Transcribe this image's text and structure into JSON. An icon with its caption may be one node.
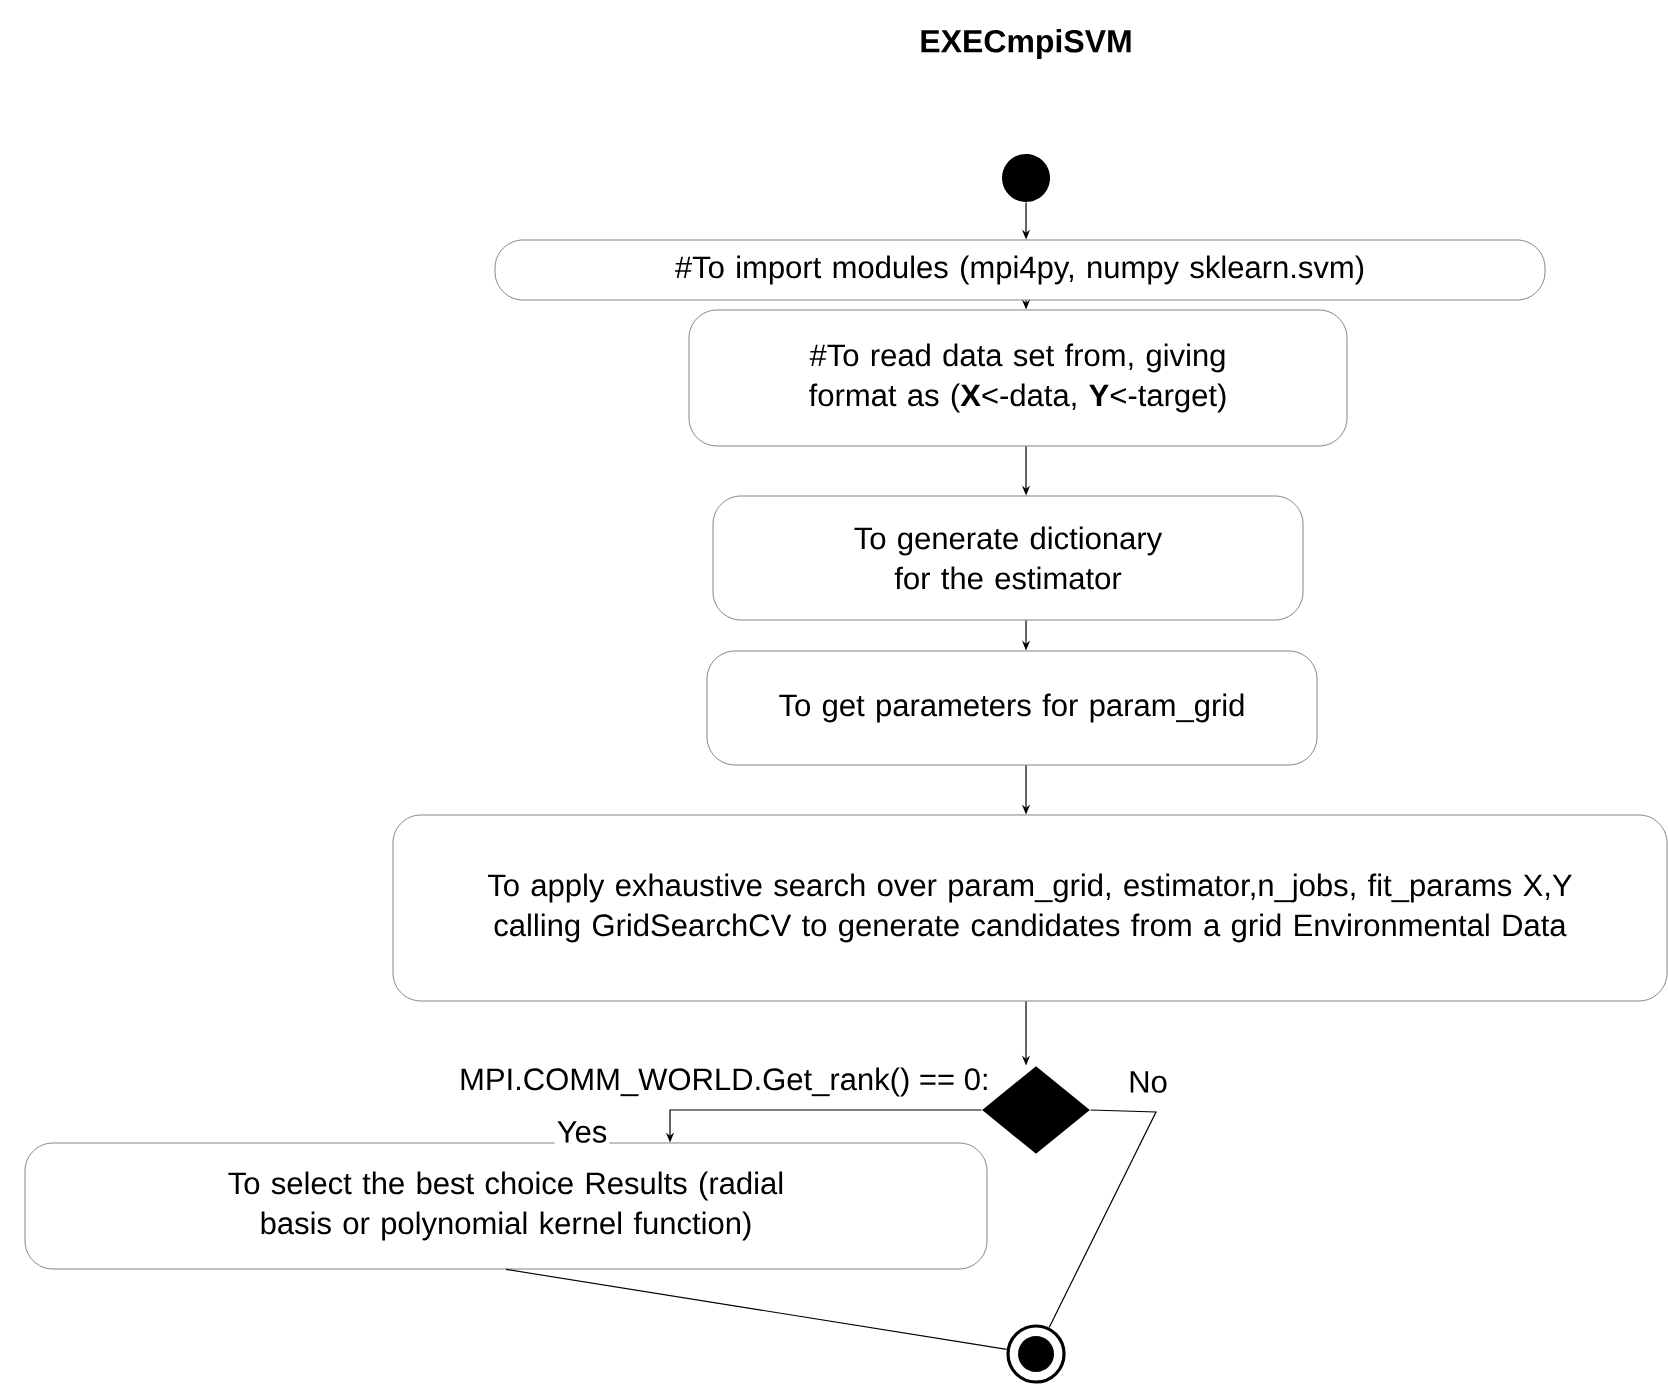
{
  "diagram": {
    "title": "EXECmpiSVM",
    "nodes": [
      {
        "text": [],
        "shape": "circle"
      },
      {
        "text": [
          "#To import modules (mpi4py, numpy sklearn.svm)"
        ]
      },
      {
        "text": [
          "#To read data set from, giving format as (**X**<-data, **Y**<-target)"
        ]
      },
      {
        "text": [
          "To generate dictionary for the estimator"
        ]
      },
      {
        "text": [
          "To get parameters for param_grid"
        ]
      },
      {
        "text": [
          "To apply exhaustive search over param_grid, estimator,n_jobs, fit_params X,Y calling GridSearchCV to generate candidates from a grid Environmental Data"
        ]
      },
      {
        "text": [],
        "shape": "diamond",
        "beside": [
          "MPI.COMM_WORLD.Get_rank() == 0:"
        ]
      },
      {
        "text": [
          "To select the best choice Results (radial basis or polynomial kernel function)"
        ]
      },
      {
        "text": [],
        "shape": "circle"
      }
    ],
    "edges": [
      {
        "from": 0,
        "to": 1,
        "arrow": "to"
      },
      {
        "from": 1,
        "to": 2,
        "arrow": "to"
      },
      {
        "from": 2,
        "to": 3,
        "arrow": "to"
      },
      {
        "from": 3,
        "to": 4,
        "arrow": "to"
      },
      {
        "from": 4,
        "to": 5,
        "arrow": "to"
      },
      {
        "from": 5,
        "to": 6,
        "arrow": "to"
      },
      {
        "from": 6,
        "to": 7,
        "arrow": "to",
        "label": "Yes"
      },
      {
        "from": 6,
        "to": 8,
        "arrow": "none",
        "label": "No"
      },
      {
        "from": 7,
        "to": 8,
        "arrow": "none"
      }
    ]
  }
}
